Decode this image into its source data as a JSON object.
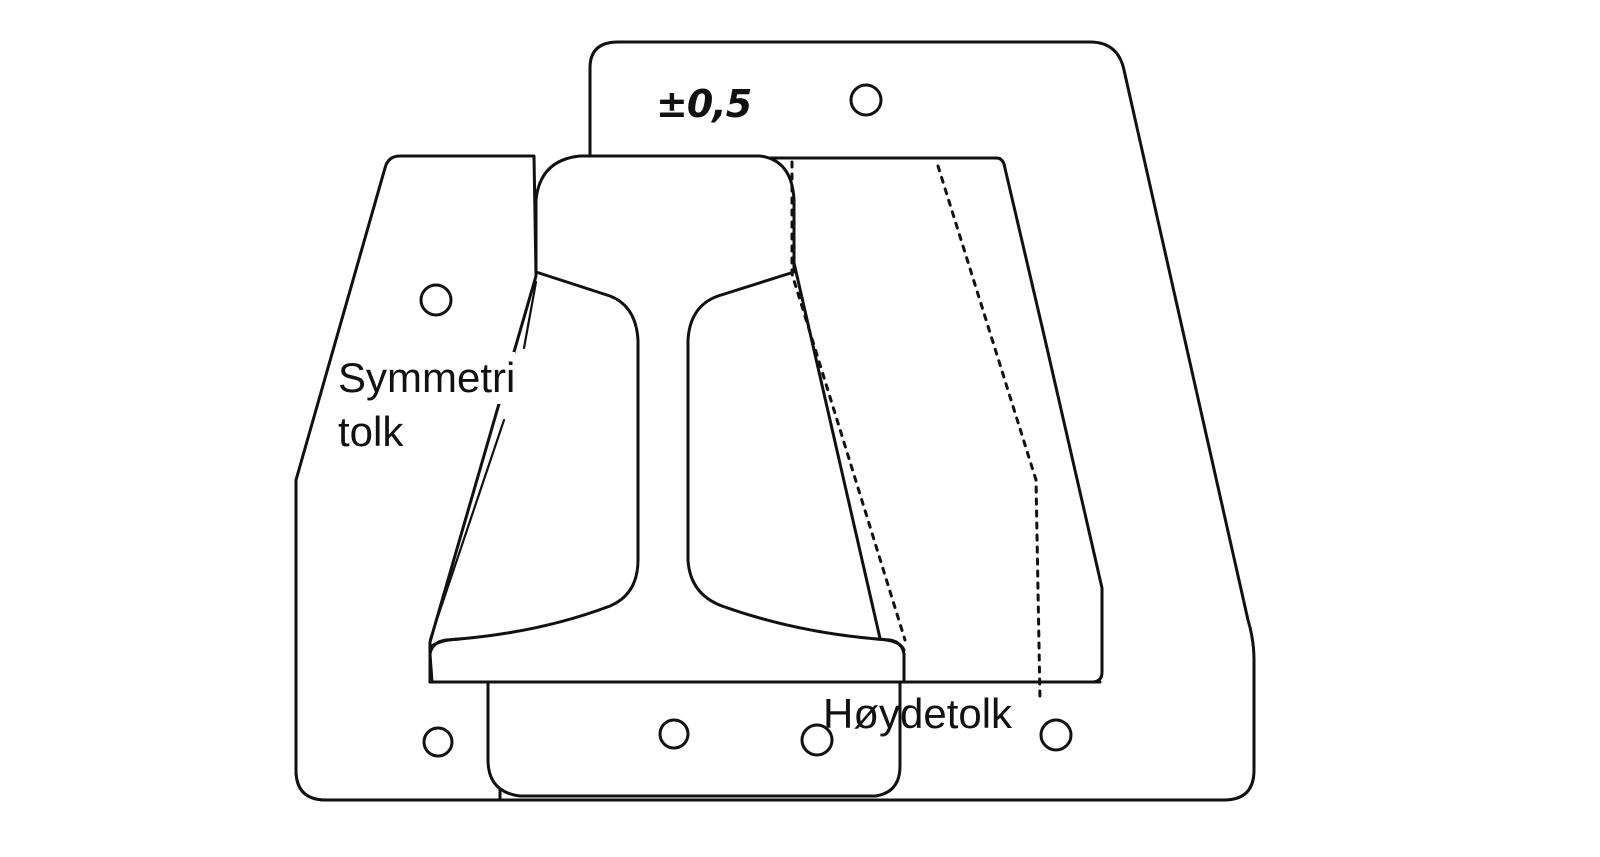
{
  "diagram": {
    "subject": "rail profile gauge assembly",
    "colors": {
      "line": "#111111",
      "background": "#ffffff"
    },
    "labels": {
      "tolerance": "±0,5",
      "symmetry_gauge_line1": "Symmetri",
      "symmetry_gauge_line2": "tolk",
      "height_gauge": "Høydetolk"
    },
    "components": [
      {
        "id": "height-gauge-plate",
        "name": "Høydetolk",
        "holes": 4
      },
      {
        "id": "symmetry-gauge-plate",
        "name": "Symmetri tolk",
        "holes": 2
      },
      {
        "id": "bottom-tab",
        "holes": 2
      },
      {
        "id": "rail-profile",
        "parts": [
          "head",
          "web",
          "foot"
        ]
      }
    ]
  }
}
